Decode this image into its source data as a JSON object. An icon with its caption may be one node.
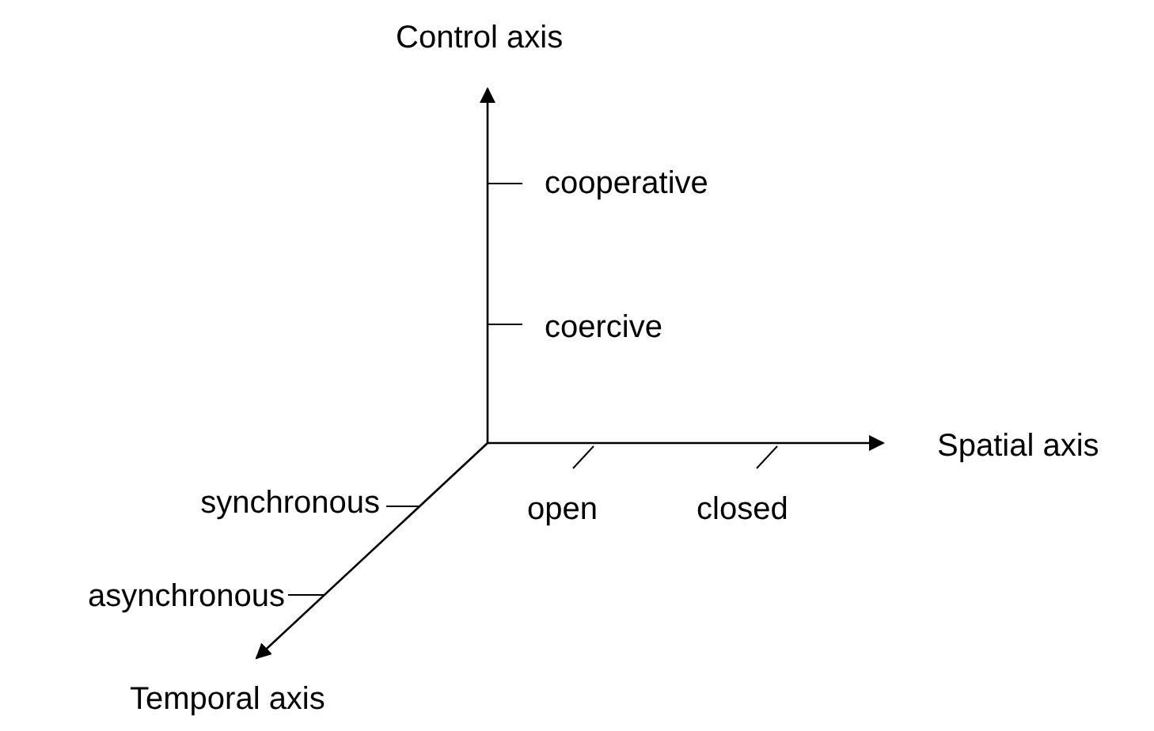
{
  "diagram": {
    "labels": [
      "Control axis",
      "cooperative",
      "coercive",
      "Spatial axis",
      "synchronous",
      "open",
      "closed",
      "asynchronous",
      "Temporal axis"
    ]
  }
}
